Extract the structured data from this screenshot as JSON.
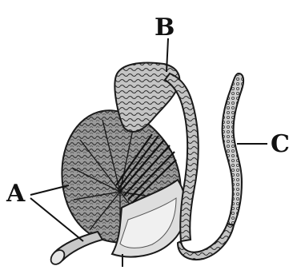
{
  "labels": {
    "a": "A",
    "b": "B",
    "c": "C"
  },
  "colors": {
    "ink": "#1a1a1a",
    "outline": "#222222",
    "lobule_fill": "#8c8c8c",
    "epididymis_fill": "#bdbdbd",
    "duct_fill": "#cfcfcf",
    "tunica_fill": "#dcdcdc",
    "background": "#ffffff"
  }
}
